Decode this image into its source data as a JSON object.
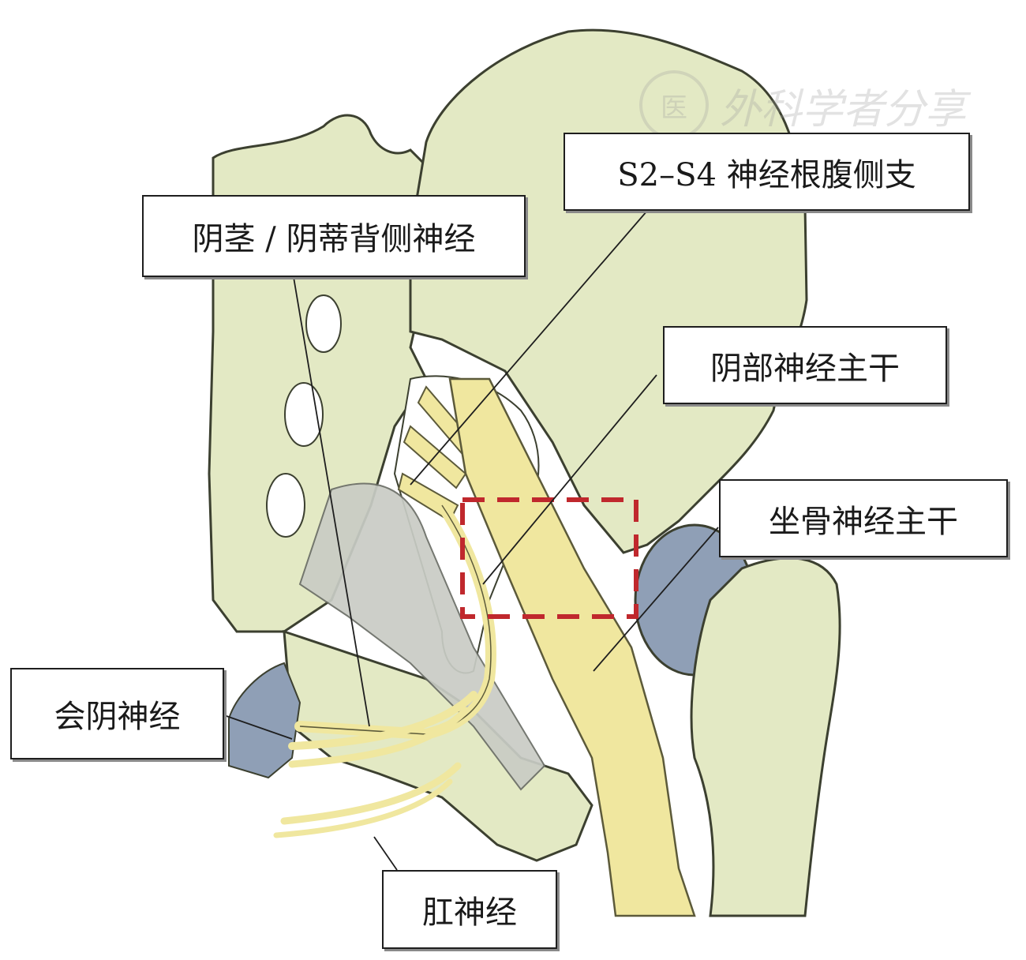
{
  "labels": {
    "dorsal_nerve": "阴茎 / 阴蒂背侧神经",
    "ventral_rami": "S2–S4 神经根腹侧支",
    "pudendal_trunk": "阴部神经主干",
    "sciatic_trunk": "坐骨神经主干",
    "perineal_nerve": "会阴神经",
    "anal_nerve": "肛神经"
  },
  "watermark": {
    "seal": "医",
    "text": "外科学者分享"
  },
  "colors": {
    "bone": "#e3e9c4",
    "bone_outline": "#3c4030",
    "nerve": "#f0e79f",
    "ligament": "#c9ccc5",
    "femoral_head": "#8f9fb6",
    "highlight_box": "#c0282d"
  }
}
